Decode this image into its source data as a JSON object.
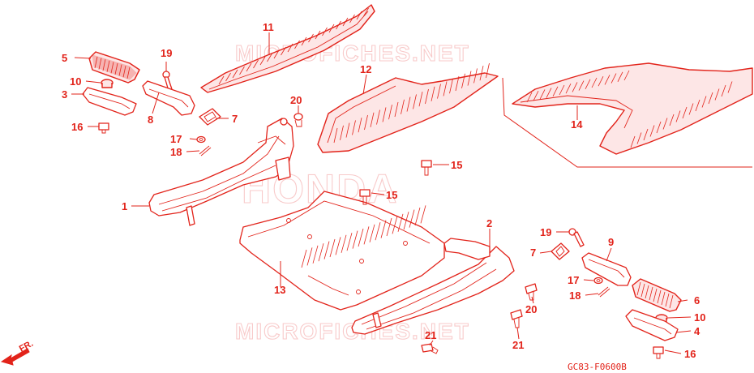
{
  "diagram": {
    "watermarks": {
      "top": "MICROFICHES.NET",
      "bottom": "MICROFICHES.NET",
      "brand": "HONDA"
    },
    "drawing_code": "GC83-F0600B",
    "front_label": "FR.",
    "callouts": {
      "c1": "1",
      "c2": "2",
      "c3": "3",
      "c4": "4",
      "c5": "5",
      "c6": "6",
      "c7a": "7",
      "c7b": "7",
      "c8": "8",
      "c9": "9",
      "c10a": "10",
      "c10b": "10",
      "c11": "11",
      "c12": "12",
      "c13": "13",
      "c14": "14",
      "c15a": "15",
      "c15b": "15",
      "c16a": "16",
      "c16b": "16",
      "c17a": "17",
      "c17b": "17",
      "c18a": "18",
      "c18b": "18",
      "c19a": "19",
      "c19b": "19",
      "c20a": "20",
      "c20b": "20",
      "c21a": "21",
      "c21b": "21"
    }
  }
}
